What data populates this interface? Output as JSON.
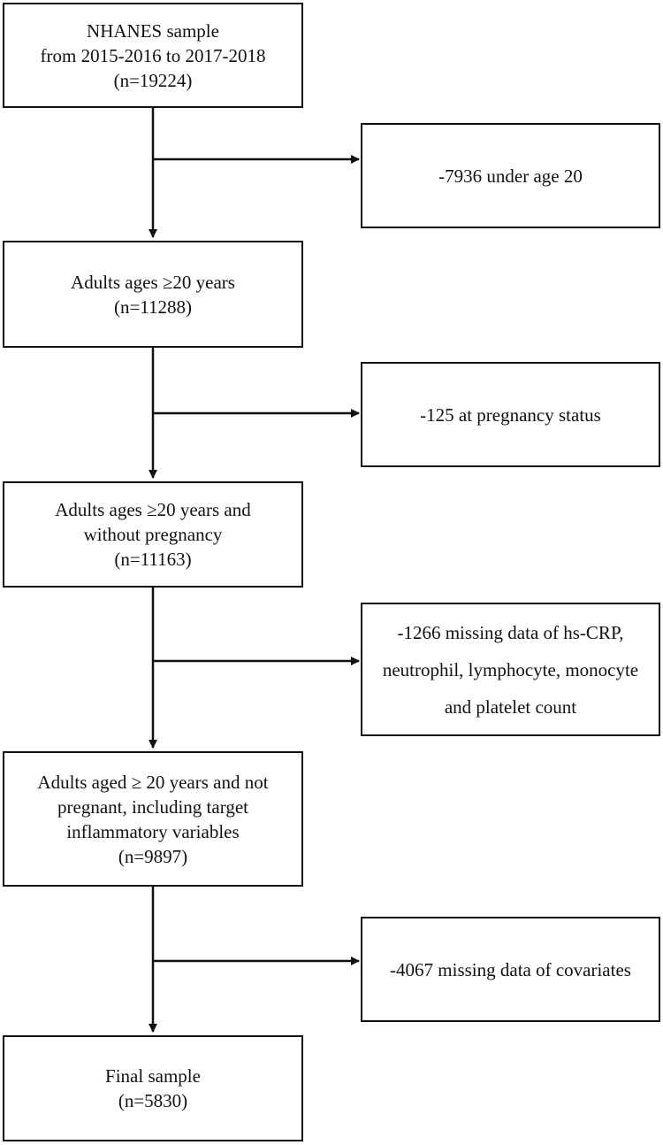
{
  "main_boxes": [
    {
      "lines": [
        "NHANES sample",
        "from 2015-2016 to 2017-2018",
        "(n=19224)"
      ]
    },
    {
      "lines": [
        "Adults ages ≥20 years",
        "(n=11288)"
      ]
    },
    {
      "lines": [
        "Adults ages ≥20 years and",
        "without pregnancy",
        "(n=11163)"
      ]
    },
    {
      "lines": [
        "Adults aged ≥ 20 years and not",
        "pregnant, including target",
        "inflammatory variables",
        "(n=9897)"
      ]
    },
    {
      "lines": [
        "Final sample",
        "(n=5830)"
      ]
    }
  ],
  "exclusion_boxes": [
    {
      "lines": [
        "-7936 under age 20"
      ]
    },
    {
      "lines": [
        "-125 at pregnancy status"
      ]
    },
    {
      "lines": [
        "-1266 missing data of hs-CRP,",
        "neutrophil, lymphocyte, monocyte",
        "and platelet count"
      ]
    },
    {
      "lines": [
        "-4067 missing data of covariates"
      ]
    }
  ]
}
